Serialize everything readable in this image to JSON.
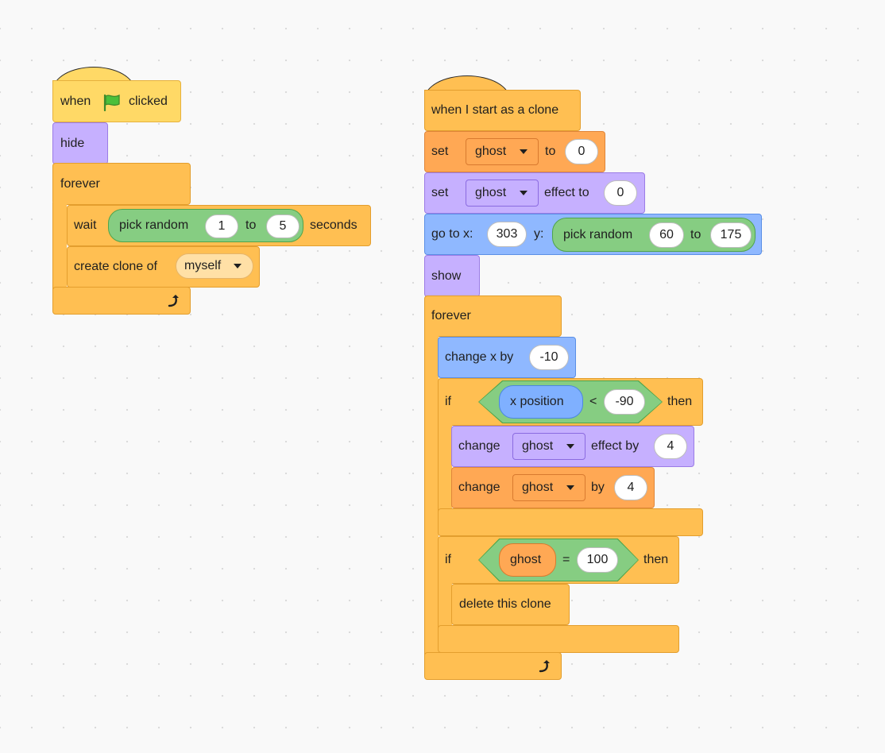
{
  "script1": {
    "hat_when": "when",
    "hat_clicked": "clicked",
    "flag_icon": "green-flag-icon",
    "hide": "hide",
    "forever": "forever",
    "wait": "wait",
    "pick_random": "pick random",
    "random_from": "1",
    "random_to_word": "to",
    "random_to": "5",
    "seconds": "seconds",
    "create_clone": "create clone of",
    "clone_target": "myself",
    "loop_icon": "loop-arrow-icon"
  },
  "script2": {
    "hat": "when I start as a clone",
    "set_var_word": "set",
    "set_var_name": "ghost",
    "set_var_to": "to",
    "set_var_value": "0",
    "set_fx_word": "set",
    "set_fx_name": "ghost",
    "set_fx_to": "effect to",
    "set_fx_value": "0",
    "goto_x": "go to x:",
    "goto_x_value": "303",
    "goto_y": "y:",
    "goto_pick": "pick random",
    "goto_from": "60",
    "goto_to_word": "to",
    "goto_to": "175",
    "show": "show",
    "forever": "forever",
    "change_x": "change x by",
    "change_x_value": "-10",
    "if1": "if",
    "if1_reporter": "x position",
    "if1_op": "<",
    "if1_value": "-90",
    "if1_then": "then",
    "chg_fx_word": "change",
    "chg_fx_name": "ghost",
    "chg_fx_by": "effect by",
    "chg_fx_value": "4",
    "chg_var_word": "change",
    "chg_var_name": "ghost",
    "chg_var_by": "by",
    "chg_var_value": "4",
    "if2": "if",
    "if2_reporter": "ghost",
    "if2_op": "=",
    "if2_value": "100",
    "if2_then": "then",
    "delete_clone": "delete this clone",
    "loop_icon": "loop-arrow-icon"
  }
}
